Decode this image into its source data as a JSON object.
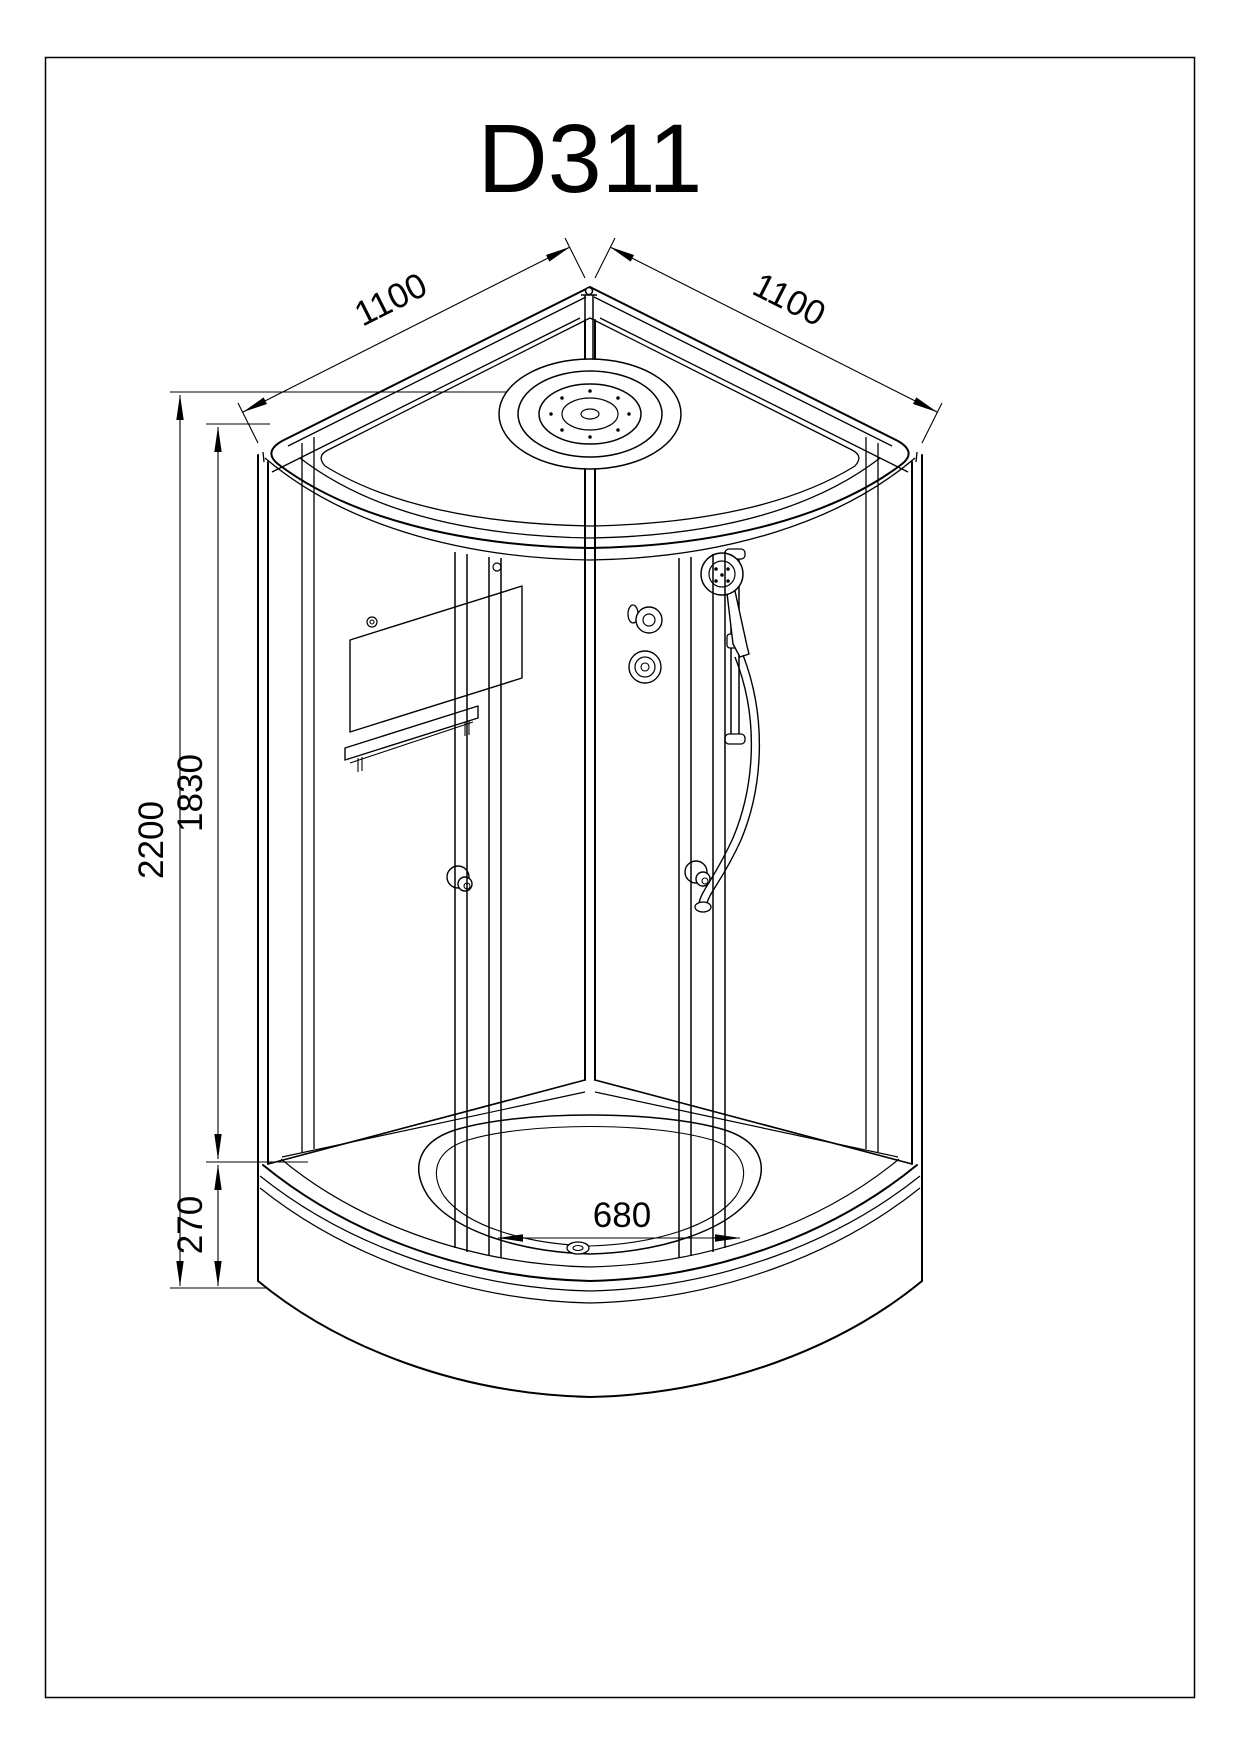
{
  "page": {
    "title": "D311",
    "background_color": "#ffffff",
    "line_color": "#000000"
  },
  "dimensions": {
    "width_left": "1100",
    "width_right": "1100",
    "height_total": "2200",
    "height_cabin": "1830",
    "height_base": "270",
    "width_tray_inner": "680"
  }
}
